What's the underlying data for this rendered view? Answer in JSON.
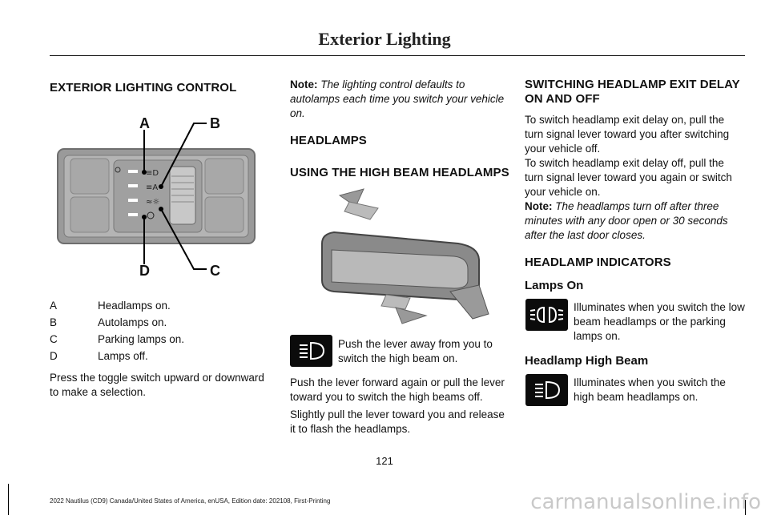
{
  "header": {
    "title": "Exterior Lighting"
  },
  "col1": {
    "heading": "EXTERIOR LIGHTING CONTROL",
    "figure": {
      "callouts": [
        "A",
        "B",
        "C",
        "D"
      ]
    },
    "legend": [
      {
        "key": "A",
        "text": "Headlamps on."
      },
      {
        "key": "B",
        "text": "Autolamps on."
      },
      {
        "key": "C",
        "text": "Parking lamps on."
      },
      {
        "key": "D",
        "text": "Lamps off."
      }
    ],
    "paragraph": "Press the toggle switch upward or downward to make a selection."
  },
  "col2": {
    "note_label": "Note:",
    "note_text": "The lighting control defaults to autolamps each time you switch your vehicle on.",
    "heading_headlamps": "HEADLAMPS",
    "heading_high_beam": "USING THE HIGH BEAM HEADLAMPS",
    "icon_text": "Push the lever away from you to switch the high beam on.",
    "para1": "Push the lever forward again or pull the lever toward you to switch the high beams off.",
    "para2": "Slightly pull the lever toward you and release it to flash the headlamps."
  },
  "col3": {
    "heading_exit_delay": "SWITCHING HEADLAMP EXIT DELAY ON AND OFF",
    "para_on": "To switch headlamp exit delay on, pull the turn signal lever toward you after switching your vehicle off.",
    "para_off": "To switch headlamp exit delay off, pull the turn signal lever toward you again or switch your vehicle on.",
    "note_label": "Note:",
    "note_text": "The headlamps turn off after three minutes with any door open or 30 seconds after the last door closes.",
    "heading_indicators": "HEADLAMP INDICATORS",
    "sub_lamps_on": "Lamps On",
    "lamps_on_text": "Illuminates when you switch the low beam headlamps or the parking lamps on.",
    "sub_high_beam": "Headlamp High Beam",
    "high_beam_text": "Illuminates when you switch the high beam headlamps on."
  },
  "page_number": "121",
  "footer": "2022 Nautilus (CD9) Canada/United States of America, enUSA, Edition date: 202108, First-Printing",
  "watermark": "carmanualsonline.info"
}
